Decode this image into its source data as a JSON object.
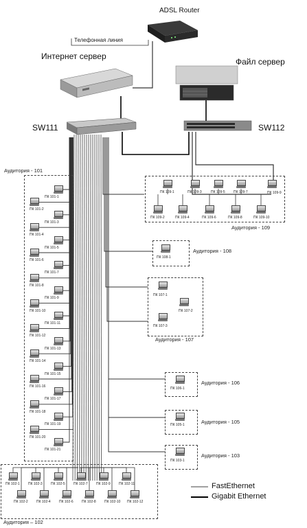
{
  "devices": {
    "router": {
      "label": "ADSL Router"
    },
    "phone_line": {
      "label": "Телефонная линия"
    },
    "internet_server": {
      "label": "Интернет сервер"
    },
    "file_server": {
      "label": "Файл сервер"
    },
    "sw111": {
      "label": "SW111"
    },
    "sw112": {
      "label": "SW112"
    }
  },
  "rooms": {
    "r101": {
      "label": "Аудитория - 101",
      "pcs": [
        "ПК 101-1",
        "ПК 101-2",
        "ПК 101-3",
        "ПК 101-4",
        "ПК 101-5",
        "ПК 101-6",
        "ПК 101-7",
        "ПК 101-8",
        "ПК 101-9",
        "ПК 101-10",
        "ПК 101-11",
        "ПК 101-12",
        "ПК 101-13",
        "ПК 101-14",
        "ПК 101-15",
        "ПК 101-16",
        "ПК 101-17",
        "ПК 101-18",
        "ПК 101-19",
        "ПК 101-20",
        "ПК 101-21"
      ]
    },
    "r102": {
      "label": "Аудитория – 102",
      "pcs": [
        "ПК 102-1",
        "ПК 102-2",
        "ПК 102-3",
        "ПК 102-4",
        "ПК 102-5",
        "ПК 102-6",
        "ПК 102-7",
        "ПК 102-8",
        "ПК 102-9",
        "ПК 102-10",
        "ПК 102-11",
        "ПК 102-12"
      ]
    },
    "r103": {
      "label": "Аудитория - 103",
      "pcs": [
        "ПК 103-1"
      ]
    },
    "r105": {
      "label": "Аудитория - 105",
      "pcs": [
        "ПК 105-1"
      ]
    },
    "r106": {
      "label": "Аудитория - 106",
      "pcs": [
        "ПК 106-1"
      ]
    },
    "r107": {
      "label": "Аудитория - 107",
      "pcs": [
        "ПК 107-1",
        "ПК 107-2",
        "ПК 107-3"
      ]
    },
    "r108": {
      "label": "Аудитория - 108",
      "pcs": [
        "ПК 108-1"
      ]
    },
    "r109": {
      "label": "Аудитория - 109",
      "pcs": [
        "ПК 109-1",
        "ПК 109-2",
        "ПК 109-3",
        "ПК 109-4",
        "ПК 109-5",
        "ПК 109-6",
        "ПК 109-7",
        "ПК 109-8",
        "ПК 109-9",
        "ПК 109-10"
      ]
    }
  },
  "legend": {
    "fast": {
      "label": "FastEthernet",
      "color": "#000000"
    },
    "gigabit": {
      "label": "Gigabit Ethernet",
      "color": "#000000"
    }
  },
  "colors": {
    "cable": "#333333",
    "bundle": "#555555",
    "gigabit": "#000000"
  }
}
